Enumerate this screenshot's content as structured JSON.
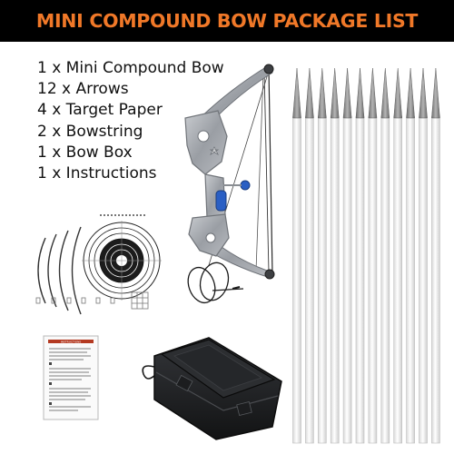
{
  "banner": {
    "title": "MINI COMPOUND BOW PACKAGE LIST"
  },
  "package_list": {
    "items": [
      "1 x Mini Compound Bow",
      "12 x Arrows",
      "4 x Target Paper",
      "2 x Bowstring",
      "1 x Bow Box",
      "1 x Instructions"
    ]
  },
  "instructions_sheet": {
    "header": "INSTRUCTIONS"
  },
  "colors": {
    "banner_background": "#000000",
    "banner_text": "#f07828",
    "accent_blue": "#2a5fc4",
    "arrow_shaft": "#ffffff",
    "arrow_tip": "#8a8a8a",
    "bow_metal": "#a9adb3",
    "box": "#1b1c1e"
  },
  "icons": [
    "compound-bow-icon",
    "arrow-icon",
    "target-paper-icon",
    "bowstring-icon",
    "bow-box-icon",
    "instructions-sheet-icon"
  ]
}
